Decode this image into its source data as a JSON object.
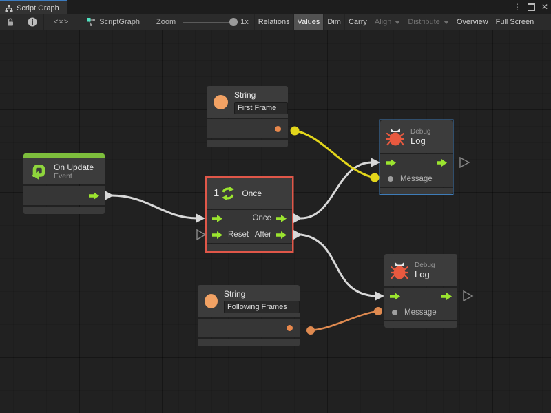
{
  "window": {
    "tab_title": "Script Graph",
    "more_icon": "⋮",
    "close_icon": "✕"
  },
  "toolbar": {
    "code_glyph": "<×>",
    "breadcrumb_label": "ScriptGraph",
    "zoom_label": "Zoom",
    "zoom_value": "1x",
    "buttons": [
      {
        "label": "Relations",
        "state": "normal"
      },
      {
        "label": "Values",
        "state": "active"
      },
      {
        "label": "Dim",
        "state": "normal"
      },
      {
        "label": "Carry",
        "state": "normal"
      },
      {
        "label": "Align",
        "state": "disabled",
        "dropdown": true
      },
      {
        "label": "Distribute",
        "state": "disabled",
        "dropdown": true
      },
      {
        "label": "Overview",
        "state": "normal"
      },
      {
        "label": "Full Screen",
        "state": "normal"
      }
    ]
  },
  "graph": {
    "nodes": {
      "string_first": {
        "title": "String",
        "value": "First Frame"
      },
      "on_update": {
        "title": "On Update",
        "subtitle": "Event"
      },
      "once": {
        "icon_number": "1",
        "title": "Once",
        "out_once": "Once",
        "in_reset": "Reset",
        "out_after": "After",
        "selected": "red-outline"
      },
      "debug_log_top": {
        "kind": "Debug",
        "title": "Log",
        "message": "Message",
        "selected": "blue-outline"
      },
      "debug_log_bottom": {
        "kind": "Debug",
        "title": "Log",
        "message": "Message"
      },
      "string_following": {
        "title": "String",
        "value": "Following Frames"
      }
    },
    "edges": [
      {
        "from": "on_update.trigger",
        "to": "once.enter",
        "kind": "flow",
        "color": "#d8d8d8"
      },
      {
        "from": "once.out_once",
        "to": "debug_log_top.enter",
        "kind": "flow",
        "color": "#d8d8d8"
      },
      {
        "from": "once.out_after",
        "to": "debug_log_bottom.enter",
        "kind": "flow",
        "color": "#d8d8d8"
      },
      {
        "from": "string_first.output",
        "to": "debug_log_top.message",
        "kind": "string-value",
        "color": "#e3d61b"
      },
      {
        "from": "string_following.output",
        "to": "debug_log_bottom.message",
        "kind": "string-value",
        "color": "#df8a50"
      }
    ]
  },
  "colors": {
    "accent_green": "#7dbe3c",
    "port_green": "#9be42f",
    "literal_orange": "#f2a264",
    "selection_red": "#e05749",
    "selection_blue": "#3e7cb8",
    "wire_yellow": "#e3d61b",
    "wire_orange": "#df8a50",
    "wire_flow": "#d8d8d8"
  }
}
